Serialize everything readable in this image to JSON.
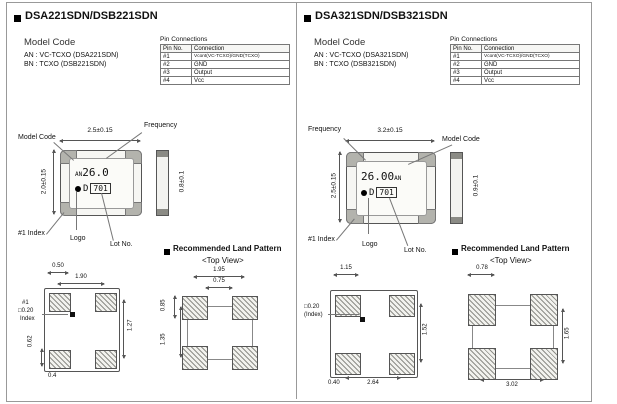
{
  "land_pattern": {
    "heading": "Recommended Land Pattern",
    "top_view": "<Top View>"
  },
  "pin_table": {
    "title": "Pin Connections",
    "col_pin": "Pin No.",
    "col_conn": "Connection",
    "rows": [
      {
        "pin": "#1",
        "conn": "Vcont(VC-TCXO)/GND(TCXO)"
      },
      {
        "pin": "#2",
        "conn": "GND"
      },
      {
        "pin": "#3",
        "conn": "Output"
      },
      {
        "pin": "#4",
        "conn": "Vcc"
      }
    ]
  },
  "panels": [
    {
      "title": "DSA221SDN/DSB221SDN",
      "model_code": {
        "heading": "Model Code",
        "line1": "AN : VC-TCXO (DSA221SDN)",
        "line2": "BN : TCXO (DSB221SDN)"
      },
      "package": {
        "width_dim": "2.5±0.15",
        "height_dim": "2.0±0.15",
        "thickness_dim": "0.8±0.1",
        "label_model_code": "Model Code",
        "label_frequency": "Frequency",
        "label_index": "#1 Index",
        "label_logo": "Logo",
        "label_lot": "Lot No.",
        "mark_model": "AN",
        "mark_freq": "26.0",
        "mark_lot_prefix": "D",
        "mark_lot_no": "701"
      },
      "bottom_view": {
        "pad_width": "0.50",
        "pad_pitch": "1.90",
        "index_pin": "#1",
        "index_size": "□0.20",
        "index_word": "Index",
        "right_dim": "1.27",
        "left_dim": "0.62",
        "bottom_dim": "0.4"
      },
      "land": {
        "width_dim": "1.95",
        "inner_dim": "0.75",
        "upper_dim": "0.85",
        "left_dim": "1.35"
      }
    },
    {
      "title": "DSA321SDN/DSB321SDN",
      "model_code": {
        "heading": "Model Code",
        "line1": "AN : VC-TCXO (DSA321SDN)",
        "line2": "BN : TCXO (DSB321SDN)"
      },
      "package": {
        "width_dim": "3.2±0.15",
        "height_dim": "2.5±0.15",
        "thickness_dim": "0.9±0.1",
        "label_model_code": "Model Code",
        "label_frequency": "Frequency",
        "label_index": "#1 Index",
        "label_logo": "Logo",
        "label_lot": "Lot No.",
        "mark_model": "AN",
        "mark_freq": "26.00",
        "mark_lot_prefix": "D",
        "mark_lot_no": "701"
      },
      "bottom_view": {
        "pad_width": "1.15",
        "index_size": "□0.20",
        "index_word": "(Index)",
        "right_dim": "1.52",
        "corner_dim": "0.40",
        "bottom_dim": "2.64"
      },
      "land": {
        "pad_dim": "0.78",
        "right_dim": "1.65",
        "bottom_dim": "3.02"
      }
    }
  ]
}
